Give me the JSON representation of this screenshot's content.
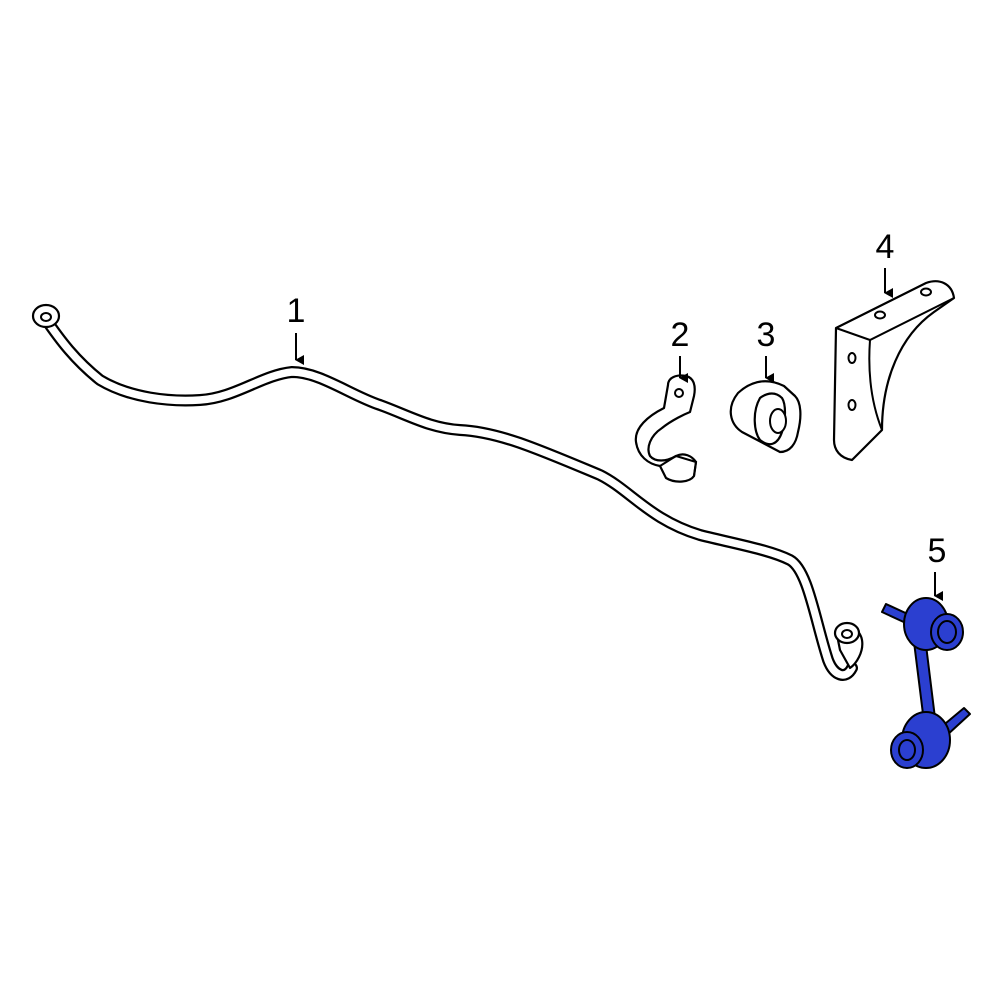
{
  "diagram": {
    "callouts": [
      {
        "id": "callout-1",
        "label": "1",
        "part": "stabilizer-bar"
      },
      {
        "id": "callout-2",
        "label": "2",
        "part": "bushing-bracket"
      },
      {
        "id": "callout-3",
        "label": "3",
        "part": "bushing"
      },
      {
        "id": "callout-4",
        "label": "4",
        "part": "mount-bracket"
      },
      {
        "id": "callout-5",
        "label": "5",
        "part": "stabilizer-link"
      }
    ],
    "colors": {
      "line": "#000000",
      "background": "#ffffff",
      "highlight": "#2b3fd0"
    }
  }
}
